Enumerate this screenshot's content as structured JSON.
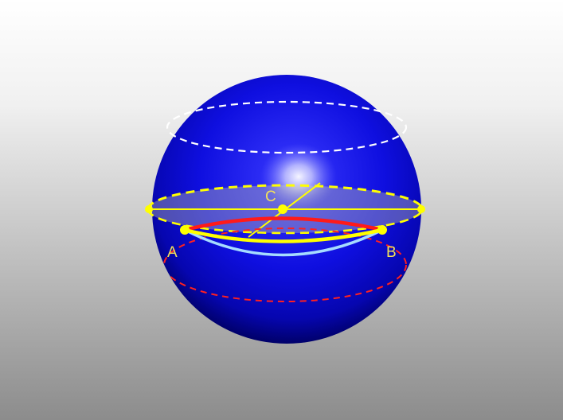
{
  "scene": {
    "colors": {
      "sphere": "#1212e6",
      "sphere_dark": "#000060",
      "equator": "#ffff00",
      "small_circle": "#ff1a1a",
      "arc_light_blue": "#9fd8ff",
      "dashed_circle_top": "#ffffff",
      "label": "#f2e15a"
    },
    "points": {
      "A": "A",
      "B": "B",
      "C": "C"
    }
  }
}
